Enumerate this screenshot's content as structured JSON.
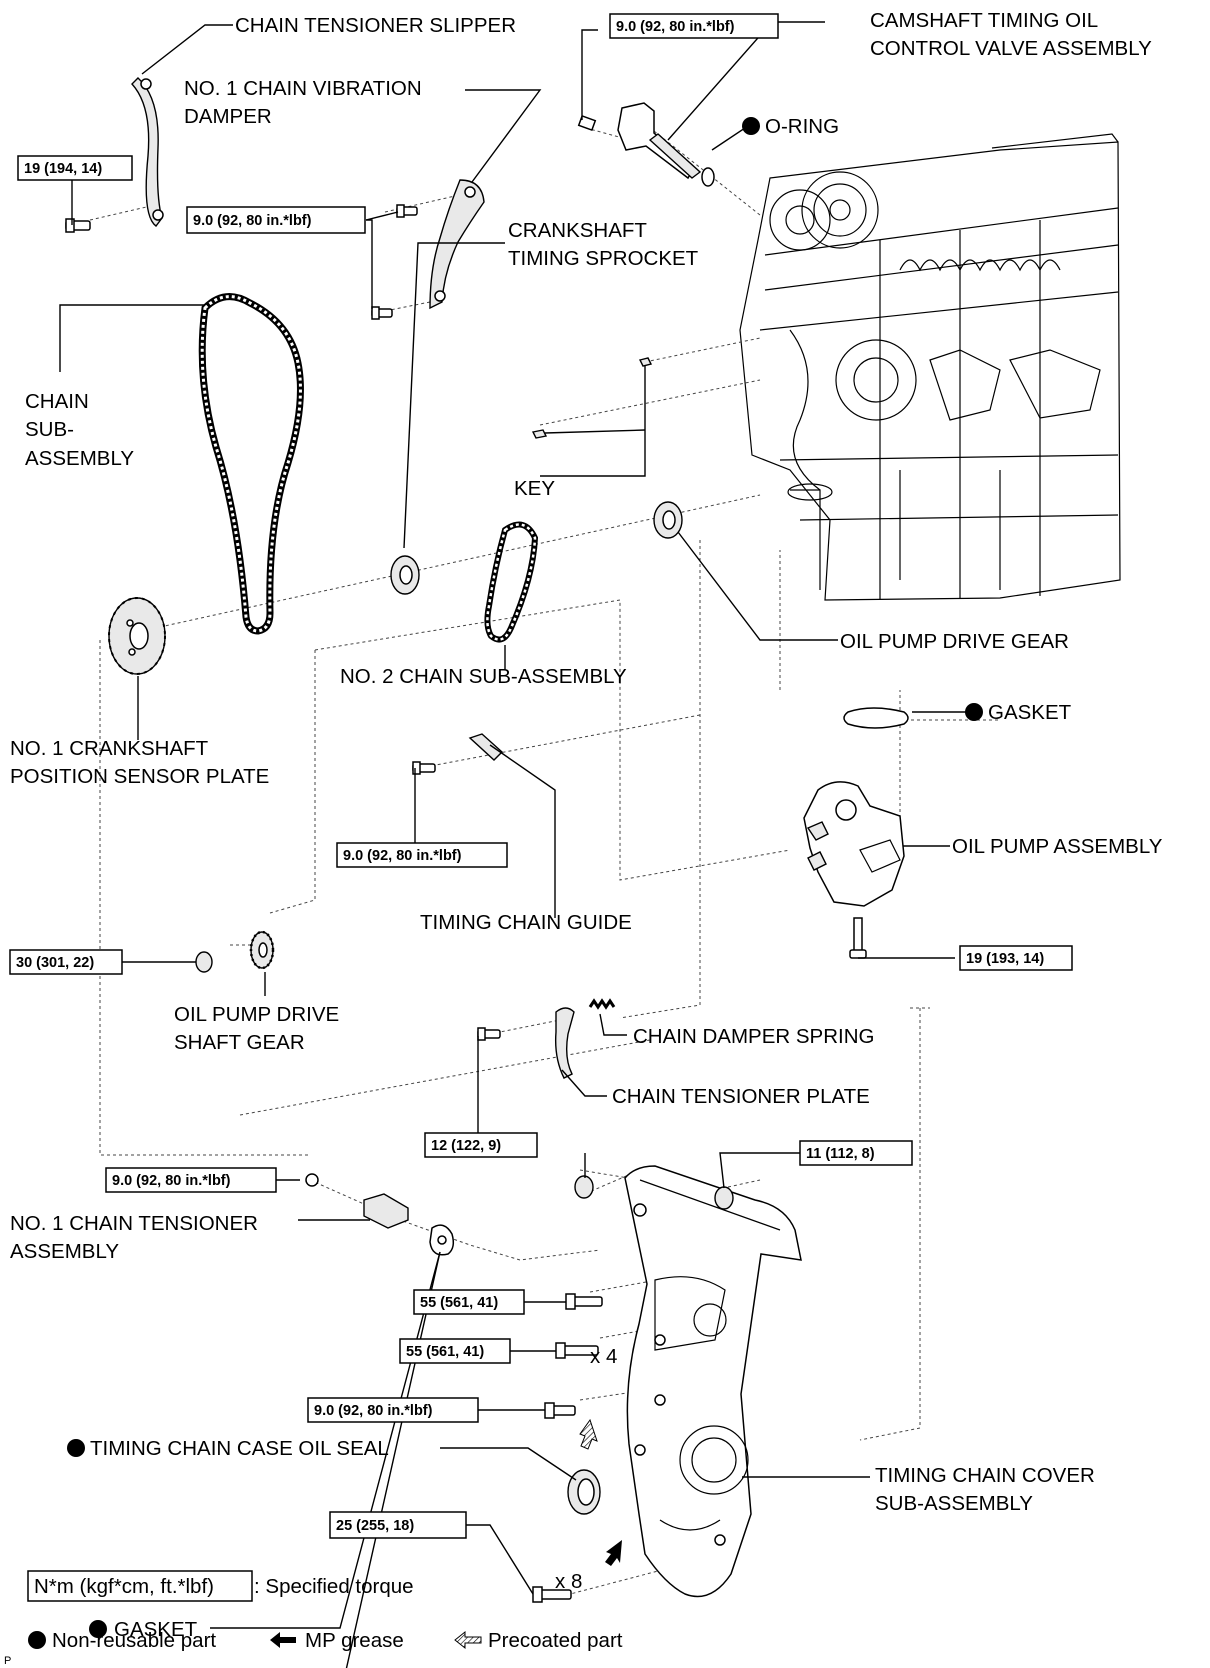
{
  "labels": {
    "chain_tensioner_slipper": "CHAIN TENSIONER SLIPPER",
    "no1_chain_vibration_damper_l1": "NO. 1 CHAIN VIBRATION",
    "no1_chain_vibration_damper_l2": "DAMPER",
    "camshaft_ocv_l1": "CAMSHAFT TIMING OIL",
    "camshaft_ocv_l2": "CONTROL VALVE ASSEMBLY",
    "o_ring": "O-RING",
    "crankshaft_sprocket_l1": "CRANKSHAFT",
    "crankshaft_sprocket_l2": "TIMING SPROCKET",
    "chain_sub_l1": "CHAIN",
    "chain_sub_l2": "SUB-",
    "chain_sub_l3": "ASSEMBLY",
    "key": "KEY",
    "oil_pump_drive_gear": "OIL PUMP DRIVE GEAR",
    "no2_chain_sub": "NO. 2 CHAIN SUB-ASSEMBLY",
    "gasket_top": "GASKET",
    "crank_sensor_plate_l1": "NO. 1 CRANKSHAFT",
    "crank_sensor_plate_l2": "POSITION SENSOR PLATE",
    "oil_pump_assembly": "OIL PUMP ASSEMBLY",
    "timing_chain_guide": "TIMING CHAIN GUIDE",
    "oil_pump_drive_shaft_gear_l1": "OIL PUMP DRIVE",
    "oil_pump_drive_shaft_gear_l2": "SHAFT GEAR",
    "chain_damper_spring": "CHAIN DAMPER SPRING",
    "chain_tensioner_plate": "CHAIN TENSIONER PLATE",
    "no1_chain_tensioner_l1": "NO. 1 CHAIN TENSIONER",
    "no1_chain_tensioner_l2": "ASSEMBLY",
    "gasket_bottom": "GASKET",
    "oil_seal": "TIMING CHAIN CASE OIL SEAL",
    "cover_l1": "TIMING CHAIN COVER",
    "cover_l2": "SUB-ASSEMBLY",
    "x4": "x 4",
    "x8": "x 8"
  },
  "torques": {
    "t_ocv": "9.0 (92, 80 in.*lbf)",
    "t_slipper": "19 (194, 14)",
    "t_damper": "9.0 (92, 80 in.*lbf)",
    "t_guide": "9.0 (92, 80 in.*lbf)",
    "t_pump": "19 (193, 14)",
    "t_shaft_gear": "30 (301, 22)",
    "t_tensioner_plate": "12 (122, 9)",
    "t_cover_nut": "11 (112, 8)",
    "t_tensioner": "9.0 (92, 80 in.*lbf)",
    "t_cover_a": "55 (561, 41)",
    "t_cover_b": "55 (561, 41)",
    "t_cover_c": "9.0 (92, 80 in.*lbf)",
    "t_cover_d": "25 (255, 18)"
  },
  "legend": {
    "torque_unit": "N*m (kgf*cm, ft.*lbf)",
    "torque_desc": ": Specified torque",
    "non_reusable": "Non-reusable part",
    "mp_grease": "MP grease",
    "precoated": "Precoated part",
    "corner_mark": "P"
  },
  "icons": {
    "non_reusable": "filled-circle-icon",
    "mp_grease": "solid-arrow-icon",
    "precoated": "hatched-arrow-icon"
  }
}
